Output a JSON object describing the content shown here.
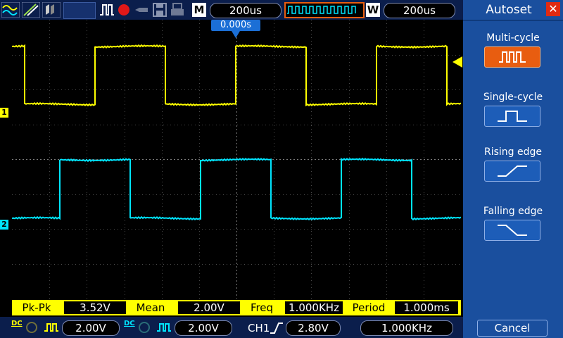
{
  "toolbar": {
    "mode_box": "M",
    "timebase": "200us",
    "window_box": "W",
    "window_time": "200us"
  },
  "trigger_time": "0.000s",
  "channels": {
    "ch1_marker": "1",
    "ch2_marker": "2",
    "ch1_color": "#ffff00",
    "ch2_color": "#00e5ff"
  },
  "measurements": [
    {
      "label": "Pk-Pk",
      "value": "3.52V"
    },
    {
      "label": "Mean",
      "value": "2.00V"
    },
    {
      "label": "Freq",
      "value": "1.000KHz"
    },
    {
      "label": "Period",
      "value": "1.000ms"
    }
  ],
  "status": {
    "ch1_coupling": "DC",
    "ch1_scale": "2.00V",
    "ch2_coupling": "DC",
    "ch2_scale": "2.00V",
    "trigger_source": "CH1",
    "trigger_level": "2.80V",
    "frequency": "1.000KHz"
  },
  "panel": {
    "title": "Autoset",
    "close_icon": "close-icon",
    "options": [
      {
        "label": "Multi-cycle",
        "icon": "multi-pulse-icon",
        "active": true
      },
      {
        "label": "Single-cycle",
        "icon": "single-pulse-icon",
        "active": false
      },
      {
        "label": "Rising edge",
        "icon": "rising-edge-icon",
        "active": false
      },
      {
        "label": "Falling edge",
        "icon": "falling-edge-icon",
        "active": false
      }
    ],
    "cancel": "Cancel"
  }
}
